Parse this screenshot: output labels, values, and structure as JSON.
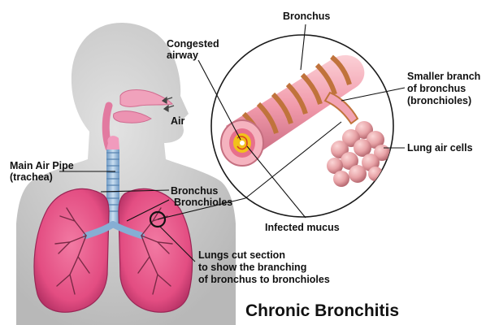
{
  "title": "Chronic Bronchitis",
  "labels": {
    "bronchus_top": "Bronchus",
    "congested_1": "Congested",
    "congested_2": "airway",
    "air": "Air",
    "smaller_1": "Smaller branch",
    "smaller_2": "of bronchus",
    "smaller_3": "(bronchioles)",
    "lung_cells": "Lung air cells",
    "trachea_1": "Main Air Pipe",
    "trachea_2": "(trachea)",
    "bronchus_lower": "Bronchus",
    "bronchioles": "Bronchioles",
    "infected": "Infected mucus",
    "section_1": "Lungs cut section",
    "section_2": "to show the branching",
    "section_3": "of bronchus to bronchioles"
  },
  "colors": {
    "head": "#cfcfcf",
    "lung": "#e8588a",
    "lung_dark": "#b23063",
    "airway": "#f4a6b4",
    "band": "#c97a45",
    "trachea": "#8fb6d8",
    "mucus": "#f2c11a",
    "cells": "#e6a0a6"
  }
}
